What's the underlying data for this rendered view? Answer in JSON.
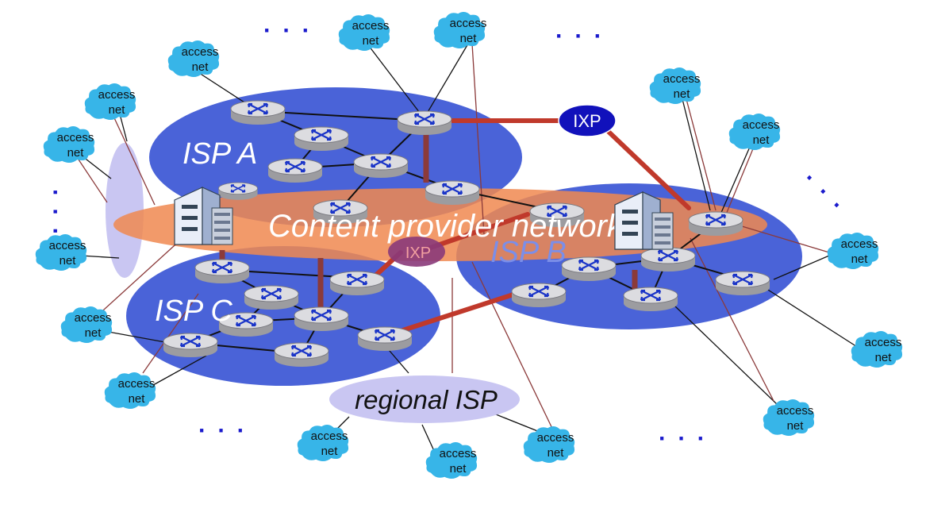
{
  "diagram": {
    "isp_a_label": "ISP A",
    "isp_b_label": "ISP B",
    "isp_c_label": "ISP C",
    "content_provider_label": "Content provider network",
    "regional_isp_label": "regional ISP",
    "ixp_label": "IXP",
    "access_net": {
      "line1": "access",
      "line2": "net"
    },
    "ellipsis": "· · ·"
  },
  "colors": {
    "isp_blue": "#4a63d8",
    "content_orange": "#f08850",
    "regional_lavender": "#c9c6f2",
    "access_cloud": "#37b5e8",
    "ixp_navy": "#1111bb",
    "peering_link": "#c0392b",
    "access_link": "#8b3a3a"
  },
  "icons": {
    "router": "router-icon",
    "cloud": "access-cloud-icon",
    "datacenter": "datacenter-icon"
  }
}
